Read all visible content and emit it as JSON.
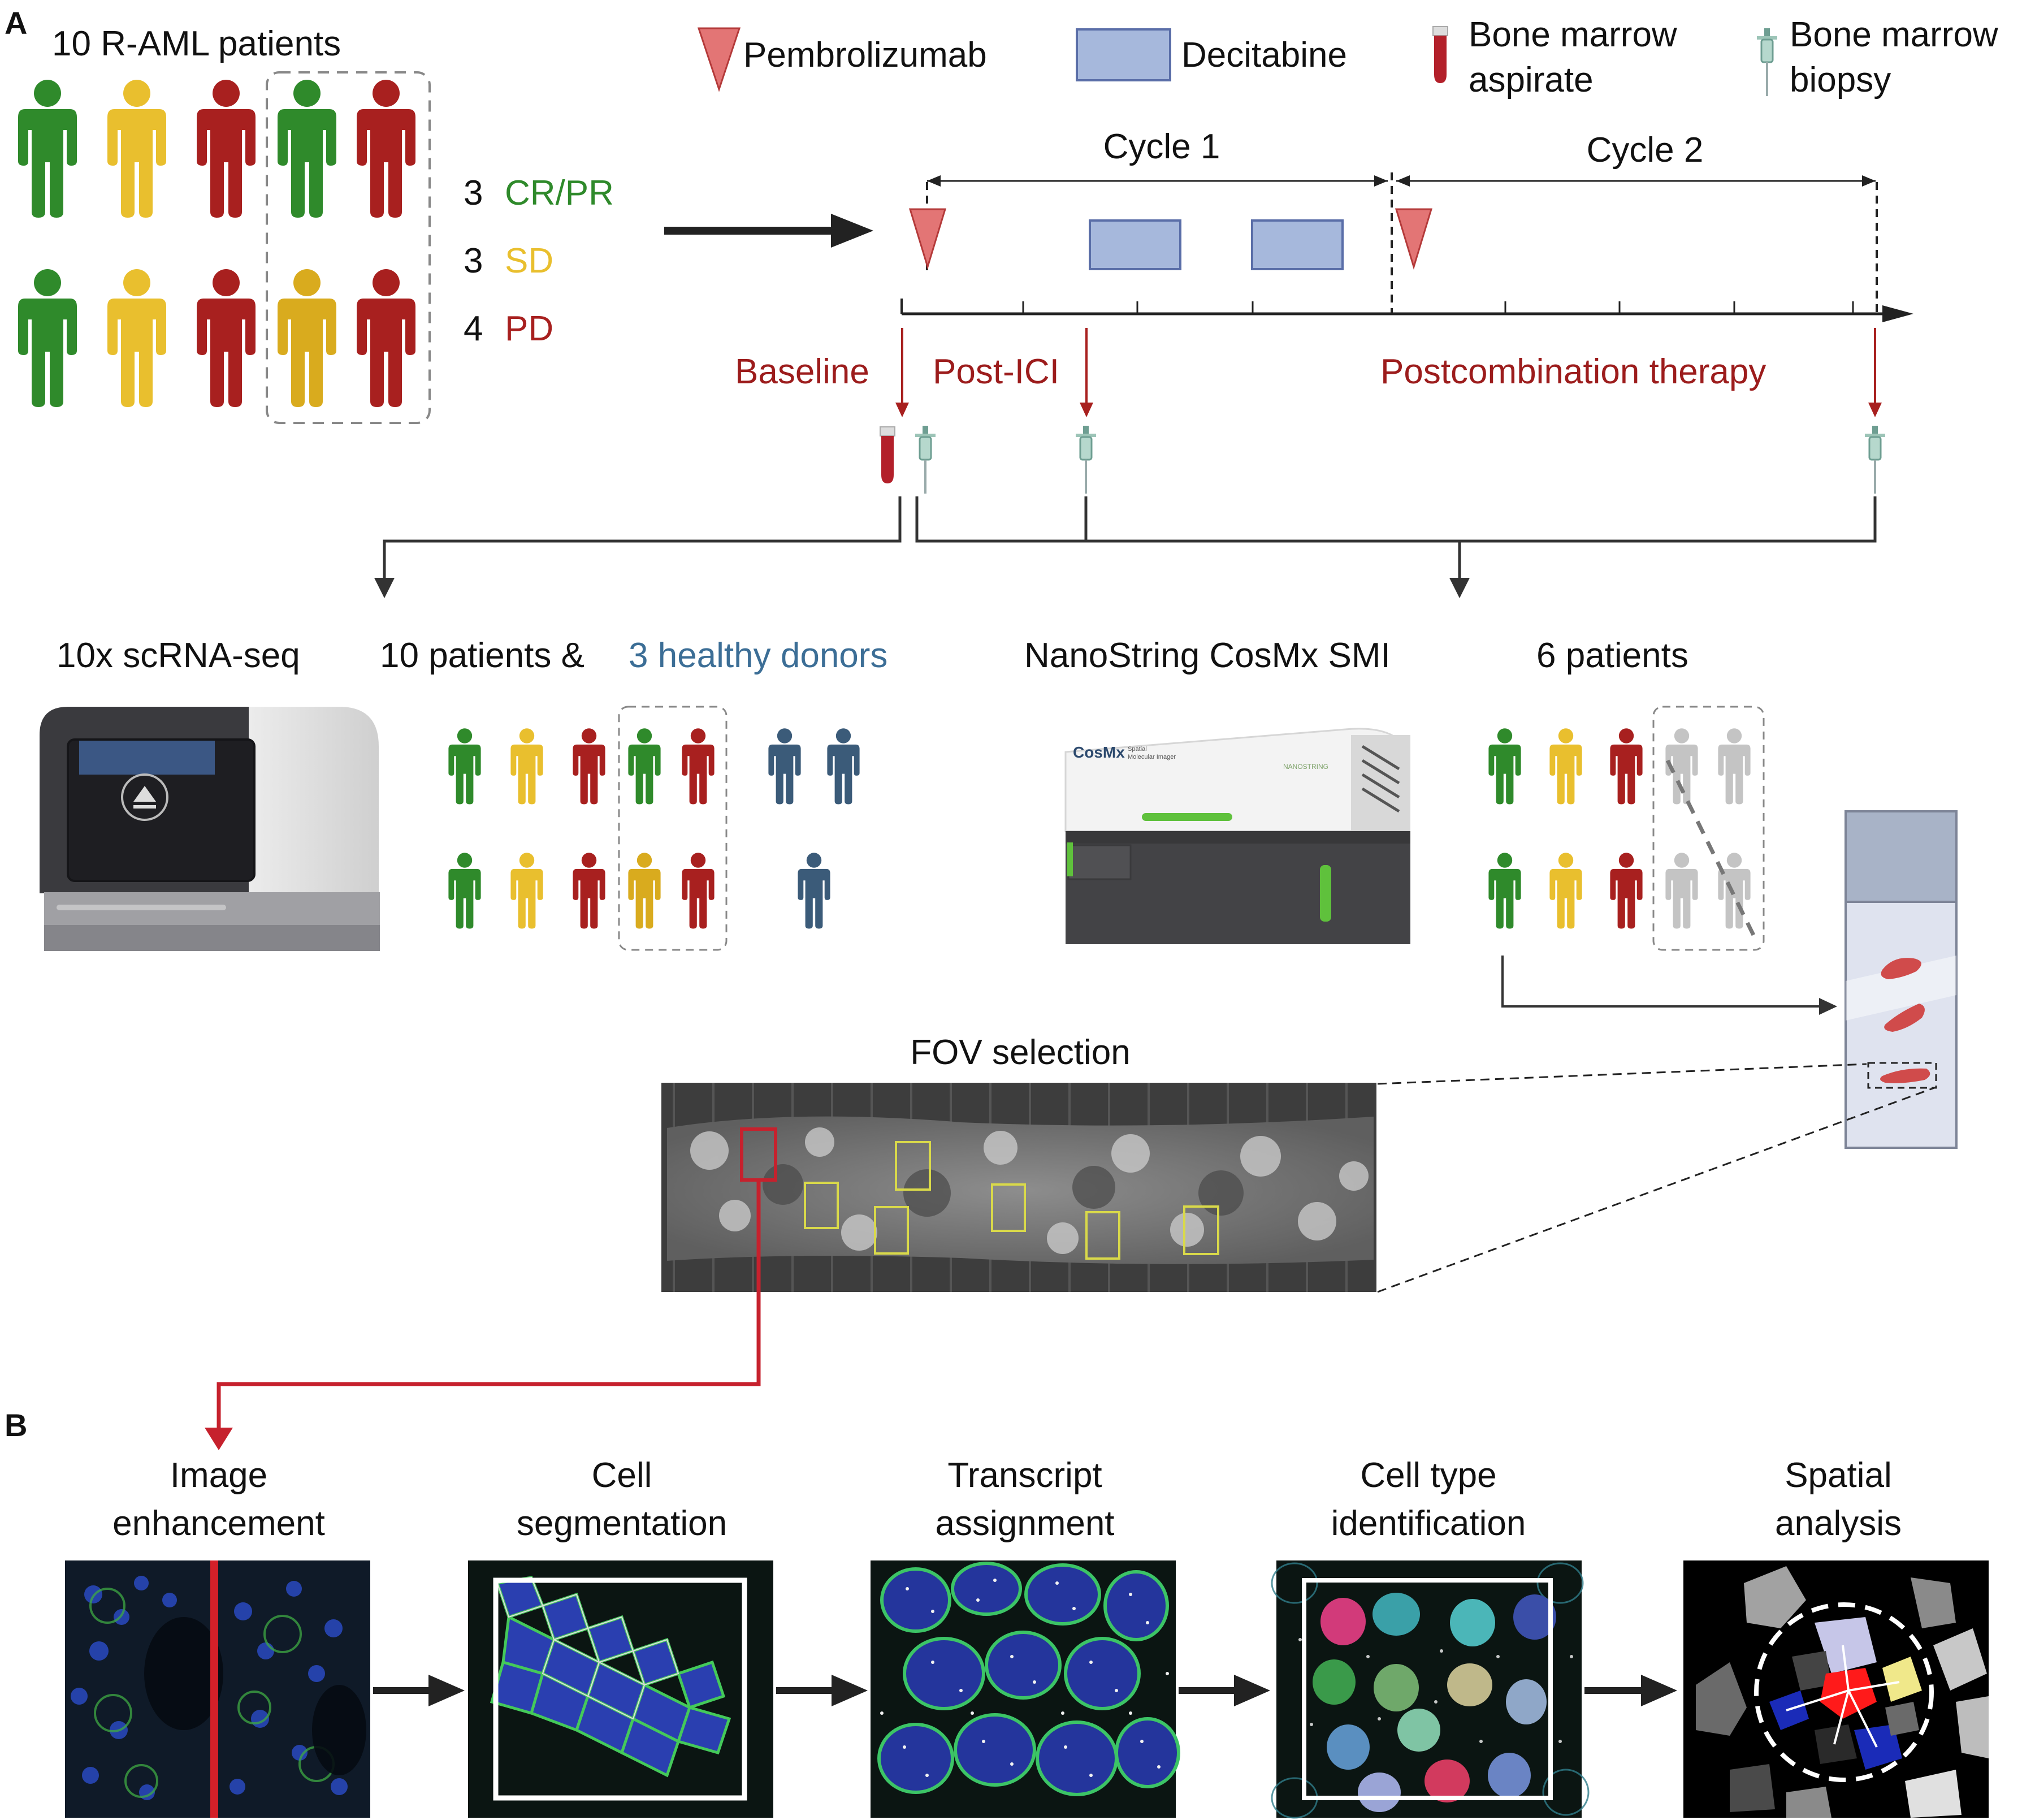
{
  "panels": {
    "a": "A",
    "b": "B"
  },
  "cohort": {
    "title": "10 R-AML patients",
    "groups": [
      {
        "count": "3",
        "label": "CR/PR",
        "color": "#2f8a2b"
      },
      {
        "count": "3",
        "label": "SD",
        "color": "#e9bf2e"
      },
      {
        "count": "4",
        "label": "PD",
        "color": "#a8201f"
      }
    ]
  },
  "legend": {
    "pembrolizumab": "Pembrolizumab",
    "decitabine": "Decitabine",
    "aspirate_line1": "Bone marrow",
    "aspirate_line2": "aspirate",
    "biopsy_line1": "Bone marrow",
    "biopsy_line2": "biopsy"
  },
  "timeline": {
    "cycle1": "Cycle 1",
    "cycle2": "Cycle 2",
    "baseline": "Baseline",
    "post_ici": "Post-ICI",
    "postcombination": "Postcombination therapy"
  },
  "scrna": {
    "platform": "10x scRNA-seq",
    "cohort_prefix": "10 patients &",
    "cohort_suffix": "3 healthy donors"
  },
  "cosmx": {
    "platform": "NanoString CosMx SMI",
    "cohort": "6 patients",
    "device_label": "CosMx",
    "device_sublabel1": "Spatial",
    "device_sublabel2": "Molecular Imager",
    "brand": "NANOSTRING"
  },
  "fov": {
    "title": "FOV selection"
  },
  "pipeline": [
    {
      "line1": "Image",
      "line2": "enhancement"
    },
    {
      "line1": "Cell",
      "line2": "segmentation"
    },
    {
      "line1": "Transcript",
      "line2": "assignment"
    },
    {
      "line1": "Cell  type",
      "line2": "identification"
    },
    {
      "line1": "Spatial",
      "line2": "analysis"
    }
  ],
  "colors": {
    "green": "#2f8a2b",
    "yellow": "#e9bf2e",
    "red": "#a8201f",
    "dark_red": "#9c1c1c",
    "blue_text": "#3c6e96",
    "donor": "#3b5b79",
    "grey": "#c4c4c4",
    "decitabine": "#a6b8dc",
    "pembrolizumab": "#e37575"
  }
}
